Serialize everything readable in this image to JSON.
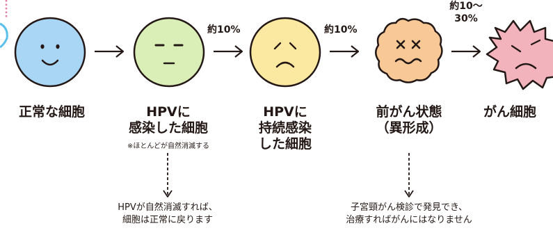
{
  "stages": [
    {
      "label": [
        "正常な細胞"
      ]
    },
    {
      "label": [
        "HPVに",
        "感染した細胞"
      ],
      "note": "※ほとんどが自然消滅する"
    },
    {
      "label": [
        "HPVに",
        "持続感染",
        "した細胞"
      ]
    },
    {
      "label": [
        "前がん状態",
        "（異形成）"
      ]
    },
    {
      "label": [
        "がん細胞"
      ]
    }
  ],
  "transitions": [
    {
      "rate": ""
    },
    {
      "rate": "約10%"
    },
    {
      "rate": "約10%"
    },
    {
      "rate": [
        "約10〜",
        "30%"
      ]
    }
  ],
  "outcomes": [
    {
      "lines": [
        "HPVが自然消滅すれば、",
        "細胞は正常に戻ります"
      ]
    },
    {
      "lines": [
        "子宮頸がん検診で発見でき、",
        "治療すればがんにはなりません"
      ]
    }
  ],
  "colors": {
    "normal": "#a9d6f5",
    "infected": "#d9efb7",
    "persistent": "#fbe9a1",
    "precancer": "#f8c996",
    "cancer": "#f3b3bd",
    "accent_pink": "#e87aa8",
    "outline": "#231815"
  }
}
